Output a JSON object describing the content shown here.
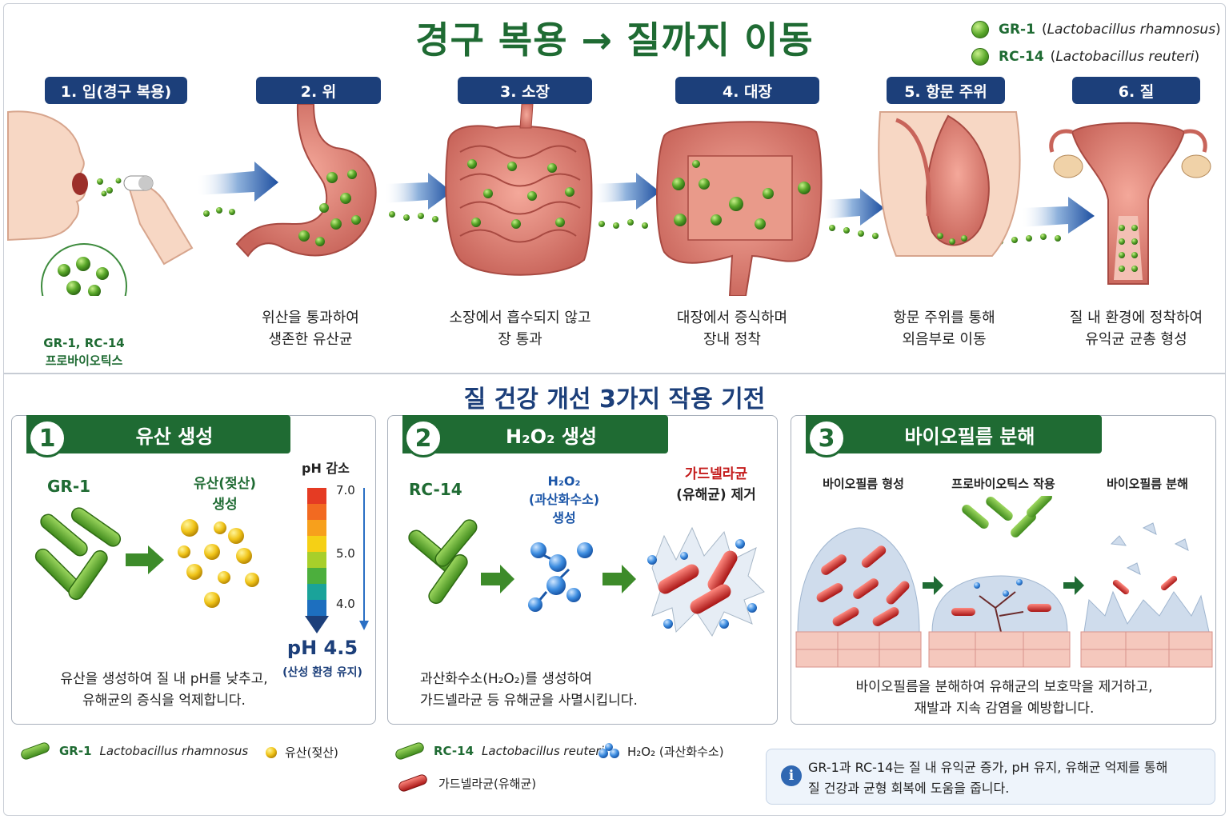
{
  "title": "경구 복용 → 질까지 이동",
  "legend_top": [
    {
      "code": "GR-1",
      "species": "Lactobacillus rhamnosus"
    },
    {
      "code": "RC-14",
      "species": "Lactobacillus reuteri"
    }
  ],
  "steps": [
    {
      "label": "1. 입(경구 복용)",
      "caption": [
        "GR-1, RC-14",
        "프로바이오틱스"
      ]
    },
    {
      "label": "2. 위",
      "caption": [
        "위산을 통과하여",
        "생존한 유산균"
      ]
    },
    {
      "label": "3. 소장",
      "caption": [
        "소장에서 흡수되지 않고",
        "장 통과"
      ]
    },
    {
      "label": "4. 대장",
      "caption": [
        "대장에서 증식하며",
        "장내 정착"
      ]
    },
    {
      "label": "5. 항문 주위",
      "caption": [
        "항문 주위를 통해",
        "외음부로 이동"
      ]
    },
    {
      "label": "6. 질",
      "caption": [
        "질 내 환경에 정착하여",
        "유익균 균총 형성"
      ]
    }
  ],
  "mechanisms_title": "질 건강 개선 3가지 작용 기전",
  "panels": [
    {
      "num": "1",
      "title": "유산 생성",
      "bacteria_label": "GR-1",
      "product_label": [
        "유산(젖산)",
        "생성"
      ],
      "ph_title": "pH 감소",
      "ph_ticks": [
        "7.0",
        "5.0",
        "4.0"
      ],
      "ph_value": "pH 4.5",
      "ph_note": "(산성 환경 유지)",
      "desc": [
        "유산을 생성하여 질 내 pH를 낮추고,",
        "유해균의 증식을 억제합니다."
      ]
    },
    {
      "num": "2",
      "title": "H₂O₂ 생성",
      "bacteria_label": "RC-14",
      "product_label": [
        "H₂O₂",
        "(과산화수소)",
        "생성"
      ],
      "target_label": [
        "가드넬라균",
        "(유해균) 제거"
      ],
      "desc": [
        "과산화수소(H₂O₂)를 생성하여",
        "가드넬라균 등 유해균을 사멸시킵니다."
      ]
    },
    {
      "num": "3",
      "title": "바이오필름 분해",
      "stage_labels": [
        "바이오필름 형성",
        "프로바이오틱스 작용",
        "바이오필름 분해"
      ],
      "desc": [
        "바이오필름을 분해하여 유해균의 보호막을 제거하고,",
        "재발과 지속 감염을 예방합니다."
      ]
    }
  ],
  "bottom_legend": [
    {
      "code": "GR-1",
      "species": "Lactobacillus rhamnosus"
    },
    {
      "label": "유산(젖산)"
    },
    {
      "code": "RC-14",
      "species": "Lactobacillus reuteri"
    },
    {
      "label": "H₂O₂ (과산화수소)"
    },
    {
      "label": "가드넬라균(유해균)"
    }
  ],
  "info": [
    "GR-1과 RC-14는 질 내 유익균 증가, pH 유지, 유해균 억제를 통해",
    "질 건강과 균형 회복에 도움을 줍니다."
  ],
  "colors": {
    "green": "#1f6b33",
    "navy": "#1c3f7a",
    "blue": "#1c56a8",
    "red": "#c41b1b"
  }
}
